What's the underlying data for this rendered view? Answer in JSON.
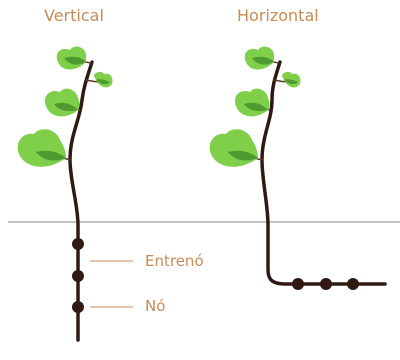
{
  "titles": {
    "vertical": "Vertical",
    "horizontal": "Horizontal"
  },
  "labels": {
    "internode": "Entrenó",
    "node": "Nó"
  },
  "colors": {
    "text": "#c98a55",
    "stem": "#2e1a12",
    "leaf_light": "#7fcf4a",
    "leaf_dark": "#4f9a30",
    "ground": "#8a8a8a"
  }
}
